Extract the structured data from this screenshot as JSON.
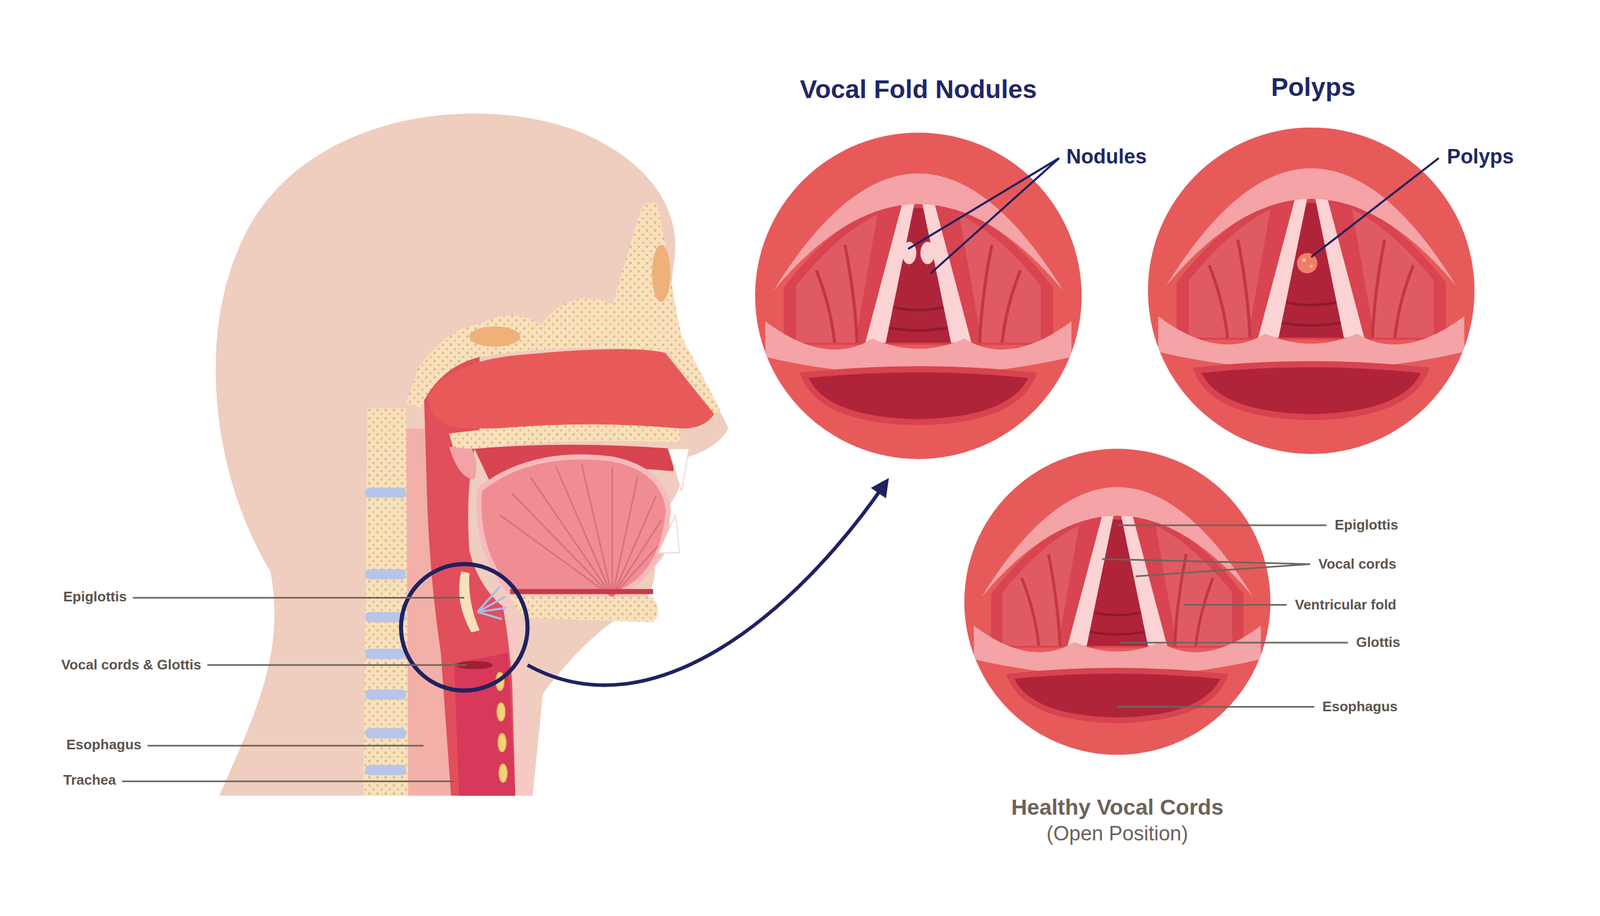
{
  "diagram": {
    "nodes": [
      {
        "text": [
          "Vocal Fold Nodules"
        ]
      },
      {
        "text": [
          "Polyps"
        ]
      },
      {
        "text": [
          "Healthy Vocal Cords",
          "(Open Position)"
        ]
      }
    ],
    "labels": [
      "Nodules",
      "Polyps",
      "Epiglottis",
      "Vocal cords",
      "Ventricular fold",
      "Glottis",
      "Esophagus",
      "Epiglottis",
      "Vocal cords & Glottis",
      "Esophagus",
      "Trachea"
    ]
  }
}
